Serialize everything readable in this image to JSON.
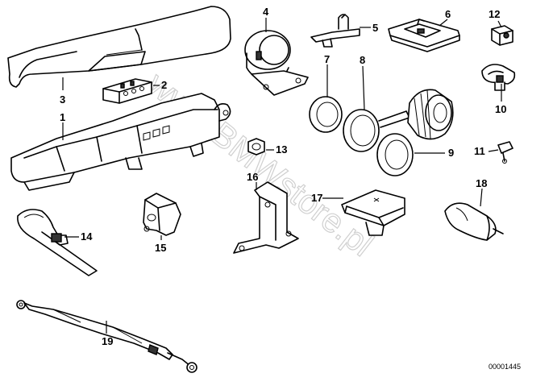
{
  "diagram": {
    "watermark": "www.BMWstore.pl",
    "part_number": "00001445",
    "callouts": {
      "c1": "1",
      "c2": "2",
      "c3": "3",
      "c4": "4",
      "c5": "5",
      "c6": "6",
      "c7": "7",
      "c8": "8",
      "c9": "9",
      "c10": "10",
      "c11": "11",
      "c12": "12",
      "c13": "13",
      "c14": "14",
      "c15": "15",
      "c16": "16",
      "c17": "17",
      "c18": "18",
      "c19": "19"
    }
  }
}
